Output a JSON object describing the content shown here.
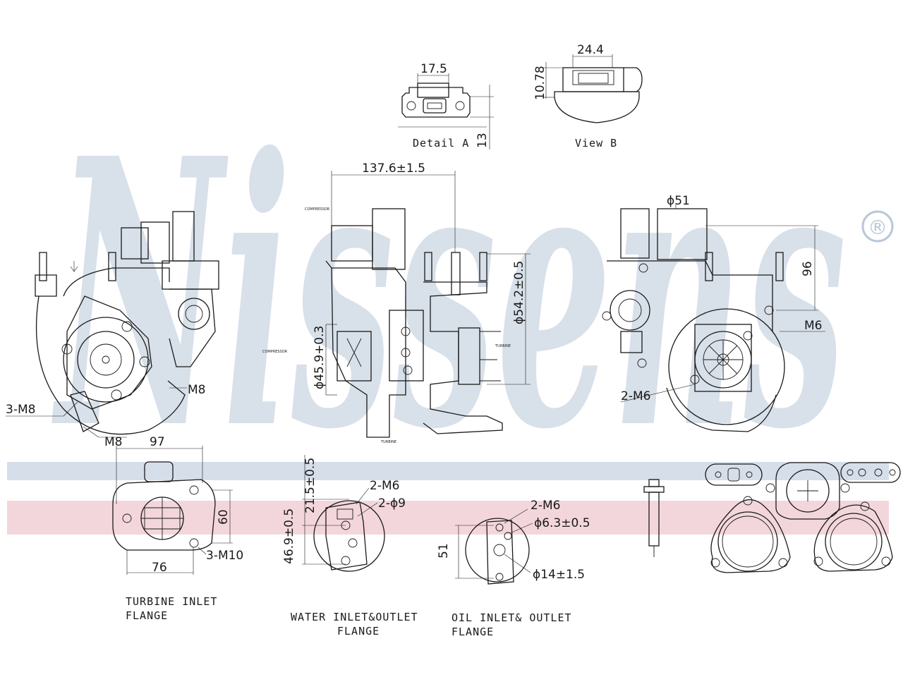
{
  "brand": {
    "watermark": "Nissens",
    "registered_mark": "®",
    "watermark_color": "#b9c7d8",
    "band_blue": "#d6deea",
    "band_red": "#f3d6db"
  },
  "views": {
    "detail_a": {
      "caption": "Detail  A",
      "dim_width": "17.5",
      "dim_height": "13"
    },
    "view_b": {
      "caption": "View  B",
      "dim_width": "24.4",
      "dim_height": "10.78"
    },
    "left_view": {
      "dim_m8_upper": "M8",
      "dim_3m8": "3-M8",
      "dim_m8_lower": "M8"
    },
    "center_view": {
      "dim_length": "137.6±1.5",
      "dim_dia_outlet": "ϕ54.2±0.5",
      "dim_dia_inlet": "ϕ45.9+0.3"
    },
    "right_view": {
      "dim_dia": "ϕ51",
      "dim_height": "96",
      "dim_m6": "M6",
      "dim_2m6": "2-M6"
    }
  },
  "flanges": {
    "turbine": {
      "caption_line1": "TURBINE  INLET",
      "caption_line2": "FLANGE",
      "dim_top": "97",
      "dim_bottom": "76",
      "dim_side": "60",
      "dim_bolts": "3-M10"
    },
    "water": {
      "caption_line1": "WATER  INLET&OUTLET",
      "caption_line2": "FLANGE",
      "dim_bolts": "2-M6",
      "dim_holes": "2-ϕ9",
      "dim_upper": "21.5±0.5",
      "dim_lower": "46.9±0.5"
    },
    "oil": {
      "caption_line1": "OIL  INLET&  OUTLET",
      "caption_line2": "FLANGE",
      "dim_bolts": "2-M6",
      "dim_hole": "ϕ6.3±0.5",
      "dim_outer": "ϕ14±1.5",
      "dim_height": "51"
    }
  }
}
